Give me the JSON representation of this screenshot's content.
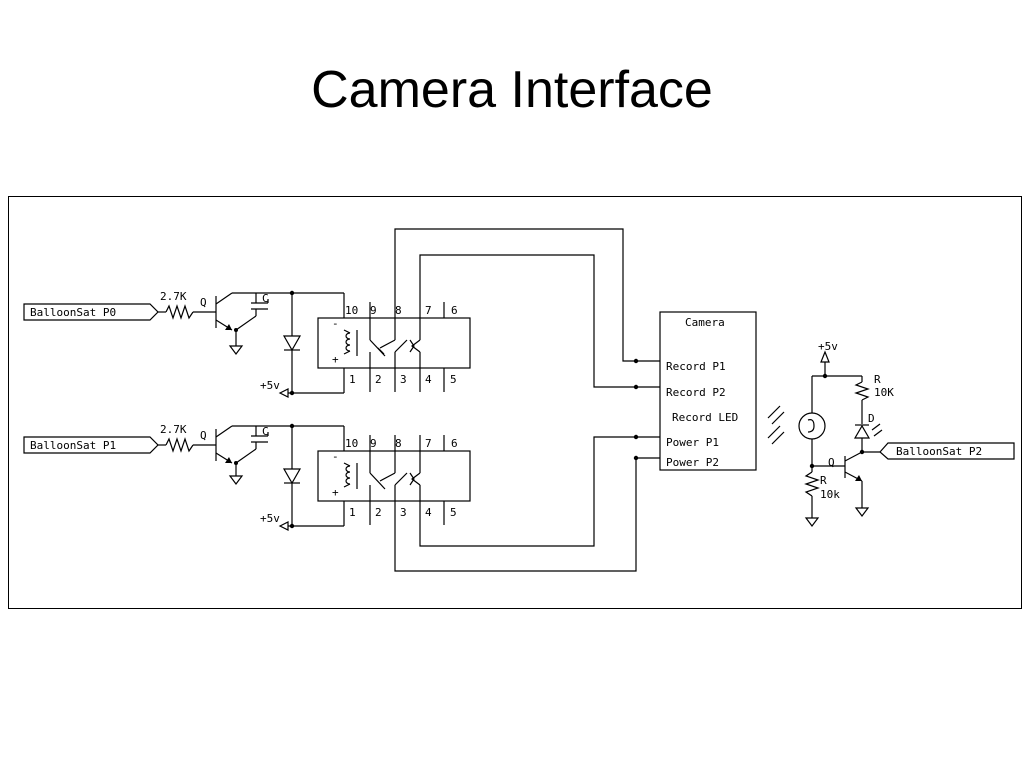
{
  "slide": {
    "title": "Camera Interface"
  },
  "inputs": {
    "p0": "BalloonSat P0",
    "p1": "BalloonSat P1",
    "p2": "BalloonSat P2"
  },
  "components": {
    "resistor_base": "2.7K",
    "transistor": "Q",
    "capacitor": "C",
    "supply": "+5v",
    "relay_minus": "-",
    "relay_plus": "+",
    "resistor_r": "R",
    "r_10k_upper": "10K",
    "r_10k_lower": "10k",
    "led_d": "D"
  },
  "relay_pins_top": [
    "10",
    "9",
    "8",
    "7",
    "6"
  ],
  "relay_pins_bottom": [
    "1",
    "2",
    "3",
    "4",
    "5"
  ],
  "camera": {
    "title": "Camera",
    "pins": [
      "Record P1",
      "Record P2",
      "Record LED",
      "Power P1",
      "Power P2"
    ]
  }
}
